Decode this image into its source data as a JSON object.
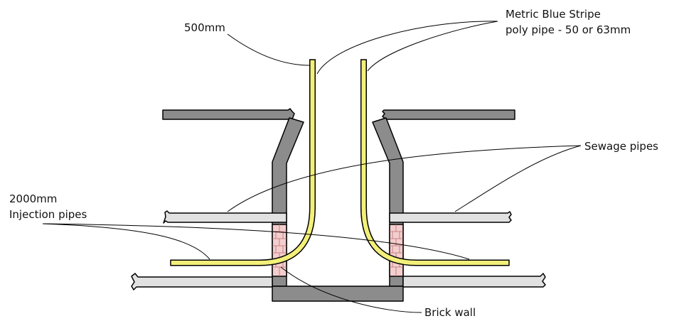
{
  "labels": {
    "length_500": "500mm",
    "poly_pipe_line1": "Metric Blue Stripe",
    "poly_pipe_line2": "poly pipe - 50 or 63mm",
    "sewage_pipes": "Sewage pipes",
    "injection_line1": "2000mm",
    "injection_line2": "Injection pipes",
    "brick_wall": "Brick wall"
  },
  "colors": {
    "wall": "#8c8c8c",
    "sewage_pipe": "#e1e1e1",
    "injection_pipe": "#f3f07a",
    "brick": "#f4cdcd",
    "outline": "#000000"
  }
}
